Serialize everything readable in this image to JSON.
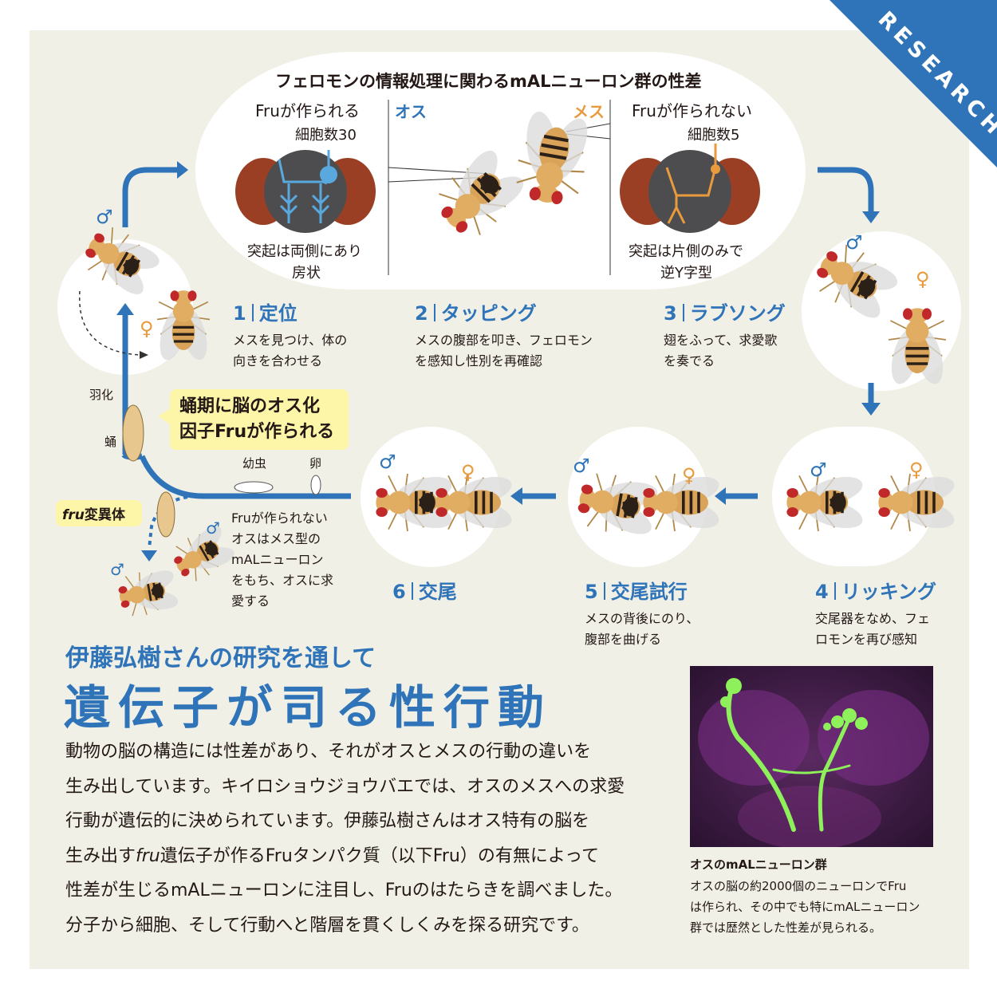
{
  "corner_label": "RESEARCH",
  "diagram": {
    "title": "フェロモンの情報処理に関わるmALニューロン群の性差",
    "left": {
      "heading": "Fruが作られる",
      "cells": "細胞数30",
      "note1": "突起は両側にあり",
      "note2": "房状"
    },
    "male_label": "オス",
    "female_label": "メス",
    "right": {
      "heading": "Fruが作られない",
      "cells": "細胞数5",
      "note1": "突起は片側のみで",
      "note2": "逆Y字型"
    }
  },
  "steps": [
    {
      "num": "1",
      "title": "定位",
      "lines": [
        "メスを見つけ、体の",
        "向きを合わせる"
      ]
    },
    {
      "num": "2",
      "title": "タッピング",
      "lines": [
        "メスの腹部を叩き、フェロモン",
        "を感知し性別を再確認"
      ]
    },
    {
      "num": "3",
      "title": "ラブソング",
      "lines": [
        "翅をふって、求愛歌",
        "を奏でる"
      ]
    },
    {
      "num": "4",
      "title": "リッキング",
      "lines": [
        "交尾器をなめ、フェ",
        "ロモンを再び感知"
      ]
    },
    {
      "num": "5",
      "title": "交尾試行",
      "lines": [
        "メスの背後にのり、",
        "腹部を曲げる"
      ]
    },
    {
      "num": "6",
      "title": "交尾",
      "lines": []
    }
  ],
  "symbols": {
    "male": "♂",
    "female": "♀"
  },
  "lifecycle": {
    "eclosion": "羽化",
    "pupa": "蛹",
    "larva": "幼虫",
    "egg": "卵",
    "callout": [
      "蛹期に脳のオス化",
      "因子Fruが作られる"
    ],
    "mutant_italic": "fru",
    "mutant_rest": "変異体",
    "mutant_desc": [
      "Fruが作られない",
      "オスはメス型の",
      "mALニューロン",
      "をもち、オスに求",
      "愛する"
    ]
  },
  "article": {
    "subtitle": "伊藤弘樹さんの研究を通して",
    "title": "遺伝子が司る性行動",
    "body": [
      "動物の脳の構造には性差があり、それがオスとメスの行動の違いを",
      "生み出しています。キイロショウジョウバエでは、オスのメスへの求愛",
      "行動が遺伝的に決められています。伊藤弘樹さんはオス特有の脳を"
    ],
    "body4_pre": "生み出す",
    "body4_italic": "fru",
    "body4_post": "遺伝子が作るFruタンパク質（以下Fru）の有無によって",
    "body_tail": [
      "性差が生じるmALニューロンに注目し、Fruのはたらきを調べました。",
      "分子から細胞、そして行動へと階層を貫くしくみを探る研究です。"
    ],
    "caption_title": "オスのmALニューロン群",
    "caption": [
      "オスの脳の約2000個のニューロンでFru",
      "は作られ、その中でも特にmALニューロン",
      "群では歴然とした性差が見られる。"
    ]
  },
  "colors": {
    "blue": "#2f74b8",
    "orange": "#e89a3c",
    "bg": "#f1f0e7",
    "callout": "#fdf6a8"
  }
}
